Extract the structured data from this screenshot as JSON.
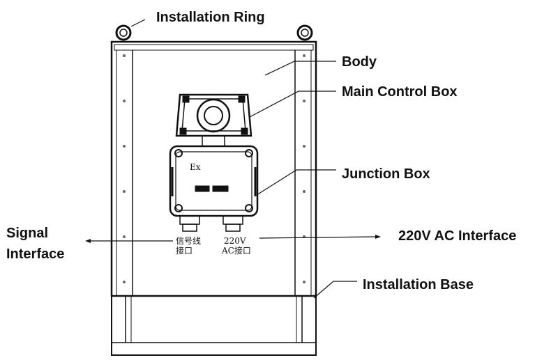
{
  "labels": {
    "installation_ring": "Installation Ring",
    "body": "Body",
    "main_control_box": "Main Control Box",
    "junction_box": "Junction Box",
    "signal_interface_line1": "Signal",
    "signal_interface_line2": "Interface",
    "ac_interface": "220V AC Interface",
    "installation_base": "Installation Base"
  },
  "device_marks": {
    "ex_mark": "Ex",
    "signal_port_line1": "信号线",
    "signal_port_line2": "接口",
    "ac_port_line1": "220V",
    "ac_port_line2": "AC接口"
  },
  "colors": {
    "line": "#111111",
    "background": "#ffffff"
  }
}
